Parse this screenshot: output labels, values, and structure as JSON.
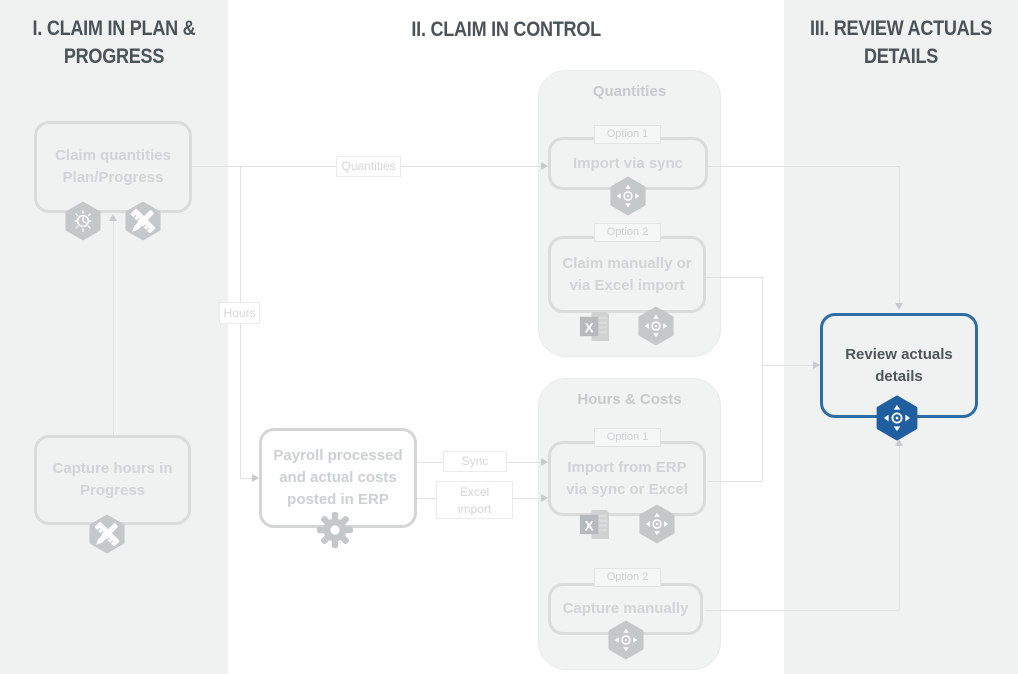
{
  "colors": {
    "accent_blue": "#2e6ca6",
    "accent_blue_icon": "#1f5f9f",
    "panel_gray": "#f0f1f1",
    "heading_text": "#4a5358",
    "faded_border": "#dadcdc",
    "faded_text": "#d2d5d5",
    "line_gray": "#e0e1e1"
  },
  "headers": {
    "col1": "I. CLAIM IN PLAN & PROGRESS",
    "col2": "II. CLAIM IN CONTROL",
    "col3": "III. REVIEW ACTUALS DETAILS"
  },
  "plan_progress": {
    "claim_quantities_box": "Claim quantities Plan/Progress",
    "capture_hours_box": "Capture hours in Progress"
  },
  "control": {
    "quantities_group": {
      "title": "Quantities",
      "option1_label": "Option 1",
      "option1_box": "Import via sync",
      "option2_label": "Option 2",
      "option2_box": "Claim manually or via Excel import"
    },
    "hours_costs_group": {
      "title": "Hours & Costs",
      "option1_label": "Option 1",
      "option1_box": "Import from ERP via sync or Excel",
      "option2_label": "Option 2",
      "option2_box": "Capture manually"
    },
    "payroll_box": "Payroll processed and actual costs posted in ERP"
  },
  "review": {
    "box": "Review actuals details"
  },
  "connector_labels": {
    "quantities": "Quantities",
    "hours": "Hours",
    "sync": "Sync",
    "excel_import": "Excel import"
  },
  "icons": {
    "clock_rays": "clock-progress-icon",
    "ruler_pencil": "capture-measure-icon",
    "move_arrows": "move-navigate-icon",
    "gear": "gear-icon",
    "excel": "excel-icon"
  }
}
